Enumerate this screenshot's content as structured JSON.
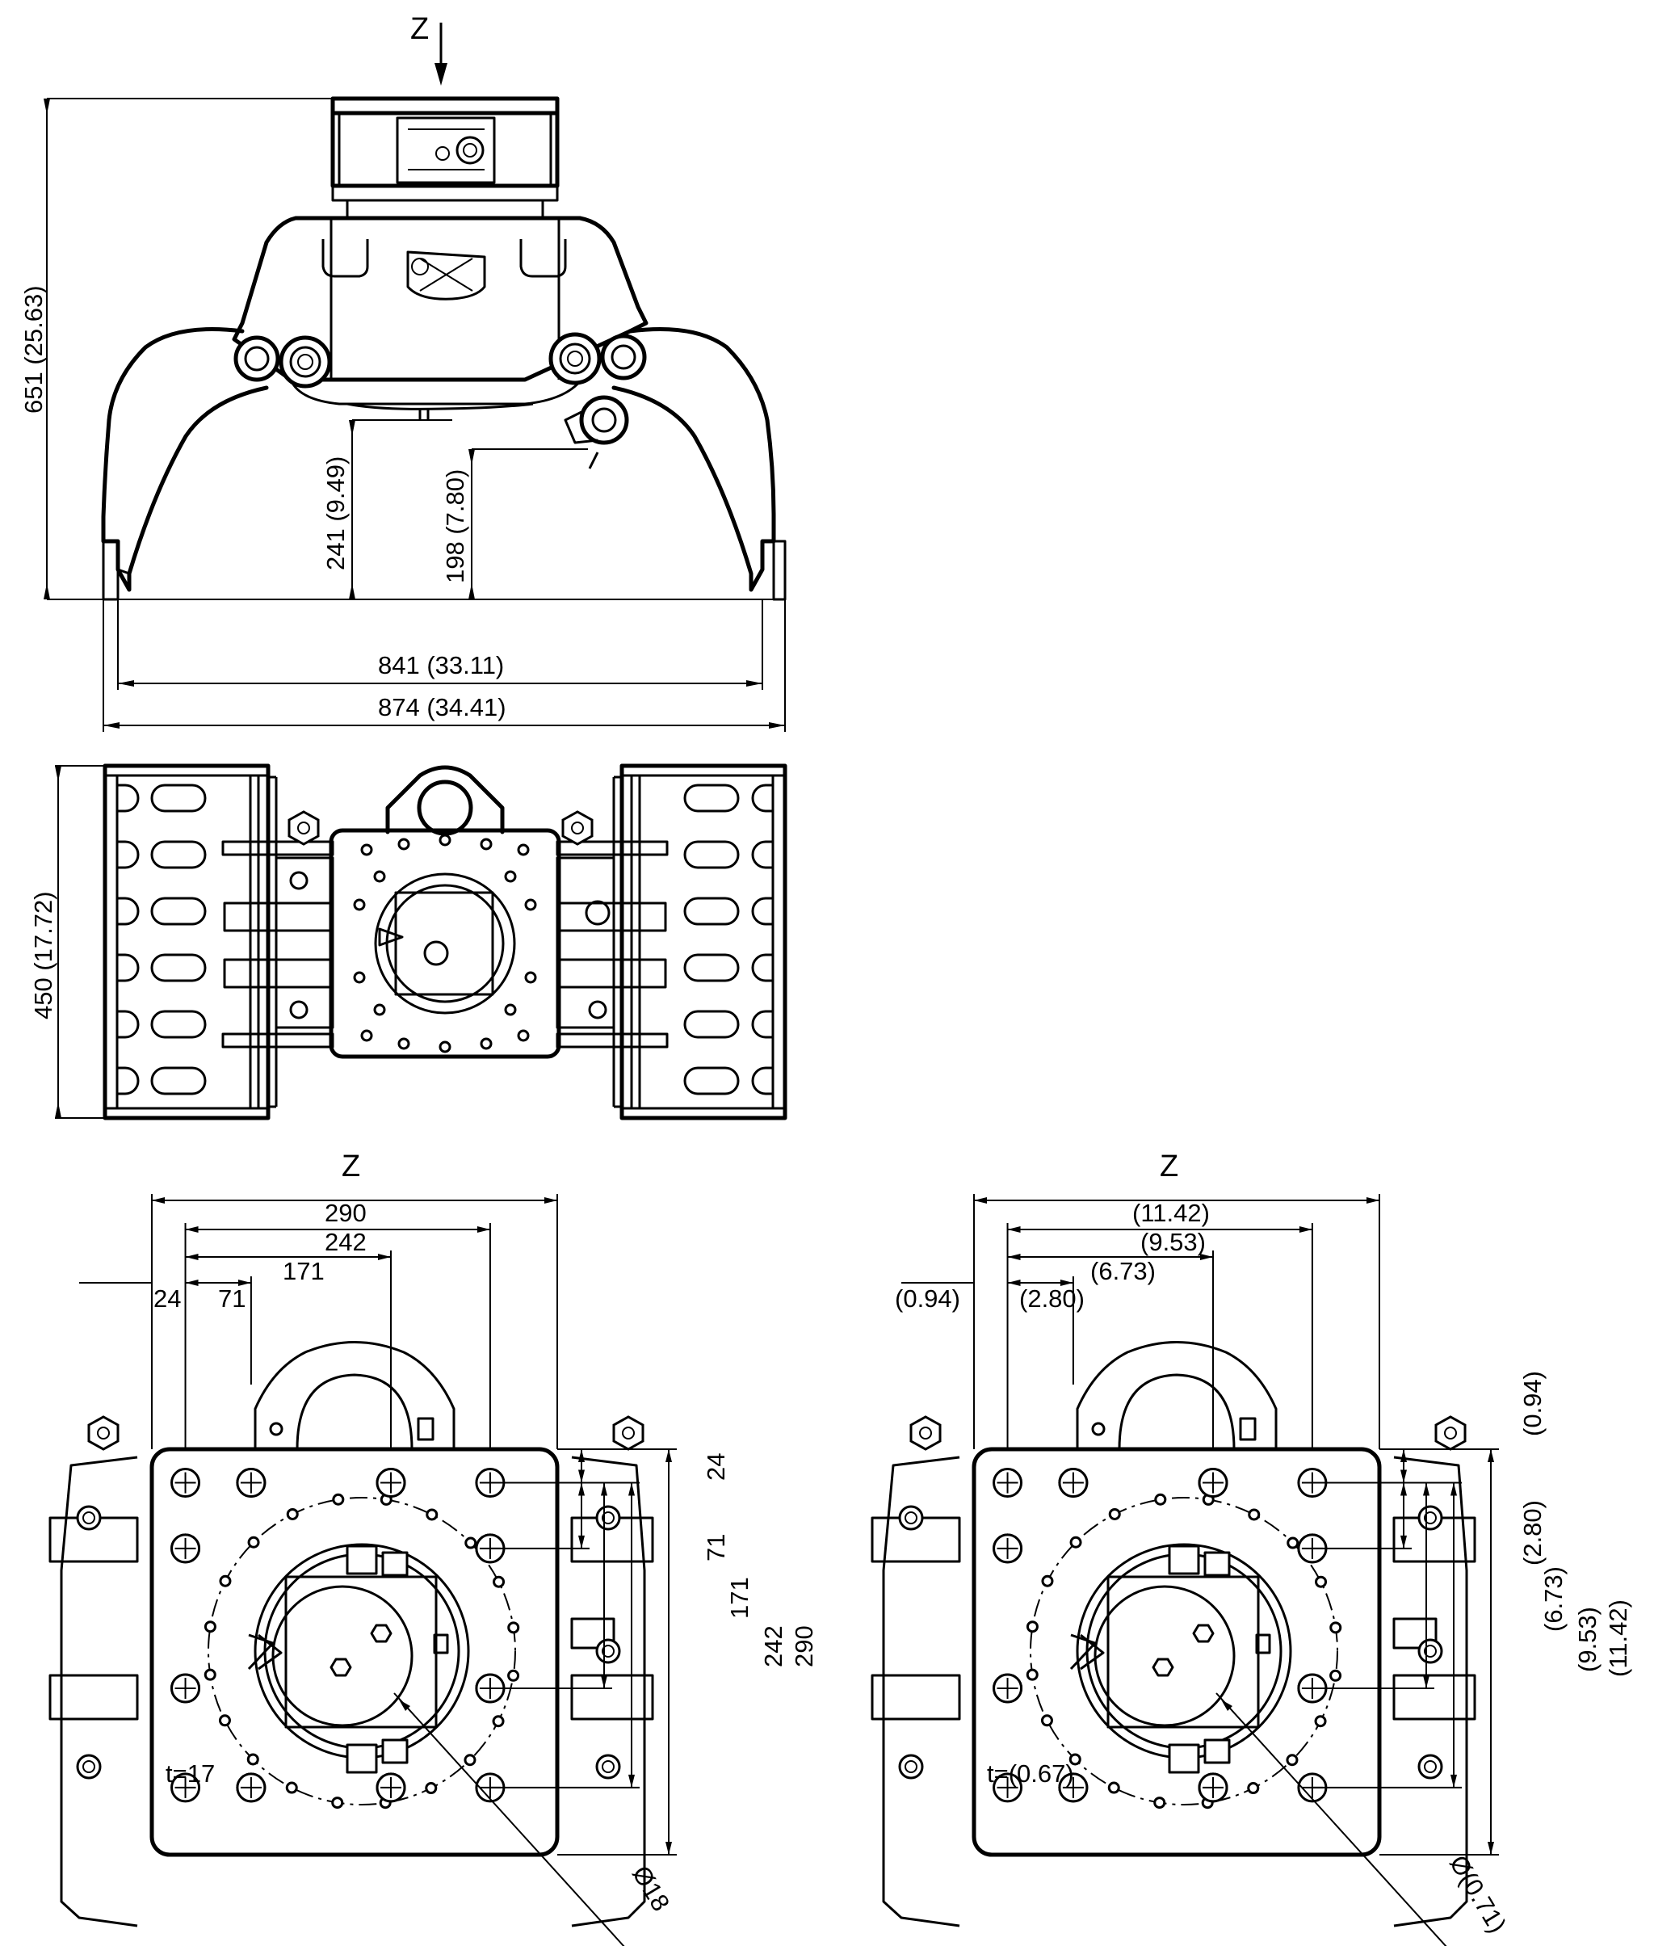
{
  "side_view": {
    "z_label": "Z",
    "height": "651 (25.63)",
    "clear_241": "241 (9.49)",
    "clear_198": "198 (7.80)",
    "width_841": "841 (33.11)",
    "width_874": "874 (34.41)"
  },
  "top_view": {
    "depth": "450 (17.72)"
  },
  "plate_metric": {
    "title": "Z",
    "w290": "290",
    "w242": "242",
    "w171": "171",
    "w24": "24",
    "w71": "71",
    "v24": "24",
    "v71": "71",
    "v171": "171",
    "v242": "242",
    "v290": "290",
    "thickness": "t=17",
    "hole_dia": "Ø18"
  },
  "plate_imperial": {
    "title": "Z",
    "w290": "(11.42)",
    "w242": "(9.53)",
    "w171": "(6.73)",
    "w24": "(0.94)",
    "w71": "(2.80)",
    "v24": "(0.94)",
    "v71": "(2.80)",
    "v171": "(6.73)",
    "v242": "(9.53)",
    "v290": "(11.42)",
    "thickness": "t=(0.67)",
    "hole_dia": "Ø(0.71)"
  }
}
